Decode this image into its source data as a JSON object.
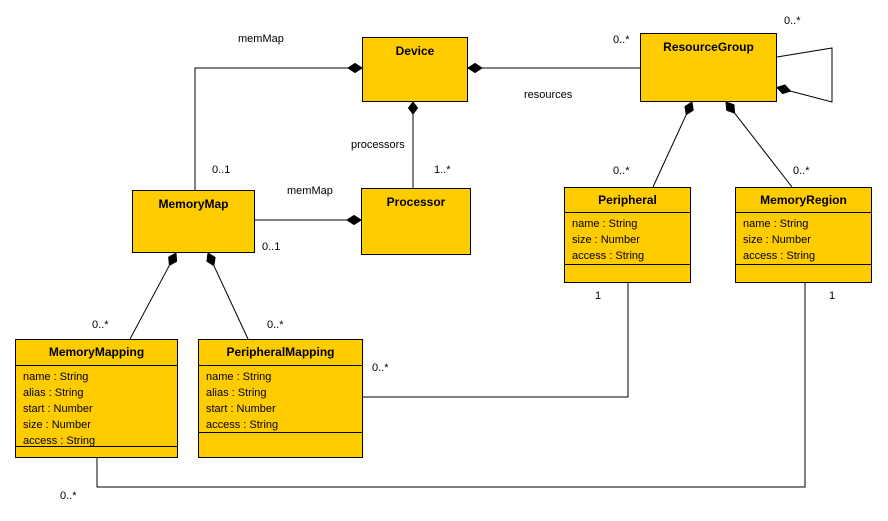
{
  "diagram_type": "uml-class-diagram",
  "colors": {
    "class_fill": "#FFCC00",
    "class_border": "#000000",
    "line": "#000000",
    "background": "#FFFFFF",
    "text": "#000000"
  },
  "classes": [
    {
      "id": "device",
      "name": "Device",
      "attributes": []
    },
    {
      "id": "resource-group",
      "name": "ResourceGroup",
      "attributes": []
    },
    {
      "id": "memory-map",
      "name": "MemoryMap",
      "attributes": []
    },
    {
      "id": "processor",
      "name": "Processor",
      "attributes": []
    },
    {
      "id": "peripheral",
      "name": "Peripheral",
      "attributes": [
        "name : String",
        "size : Number",
        "access : String"
      ]
    },
    {
      "id": "memory-region",
      "name": "MemoryRegion",
      "attributes": [
        "name : String",
        "size : Number",
        "access : String"
      ]
    },
    {
      "id": "memory-mapping",
      "name": "MemoryMapping",
      "attributes": [
        "name : String",
        "alias : String",
        "start : Number",
        "size : Number",
        "access : String"
      ]
    },
    {
      "id": "peripheral-mapping",
      "name": "PeripheralMapping",
      "attributes": [
        "name : String",
        "alias : String",
        "start : Number",
        "access : String"
      ]
    }
  ],
  "associations": [
    {
      "id": "device-memorymap",
      "from": "Device",
      "to": "MemoryMap",
      "type": "composition",
      "name": "memMap",
      "end_multiplicity": "0..1"
    },
    {
      "id": "device-resourcegroup",
      "from": "Device",
      "to": "ResourceGroup",
      "type": "composition",
      "name": "resources",
      "end_multiplicity": "0..*"
    },
    {
      "id": "device-processor",
      "from": "Device",
      "to": "Processor",
      "type": "composition",
      "name": "processors",
      "end_multiplicity": "1..*"
    },
    {
      "id": "processor-memorymap",
      "from": "Processor",
      "to": "MemoryMap",
      "type": "composition",
      "name": "memMap",
      "end_multiplicity": "0..1"
    },
    {
      "id": "resourcegroup-self",
      "from": "ResourceGroup",
      "to": "ResourceGroup",
      "type": "composition",
      "end_multiplicity": "0..*"
    },
    {
      "id": "resourcegroup-peripheral",
      "from": "ResourceGroup",
      "to": "Peripheral",
      "type": "composition",
      "end_multiplicity": "0..*"
    },
    {
      "id": "resourcegroup-memoryregion",
      "from": "ResourceGroup",
      "to": "MemoryRegion",
      "type": "composition",
      "end_multiplicity": "0..*"
    },
    {
      "id": "memorymap-memorymapping",
      "from": "MemoryMap",
      "to": "MemoryMapping",
      "type": "composition",
      "end_multiplicity": "0..*"
    },
    {
      "id": "memorymap-peripheralmapping",
      "from": "MemoryMap",
      "to": "PeripheralMapping",
      "type": "composition",
      "end_multiplicity": "0..*"
    },
    {
      "id": "peripheral-peripheralmapping",
      "from": "Peripheral",
      "to": "PeripheralMapping",
      "type": "association",
      "source_multiplicity": "1",
      "end_multiplicity": "0..*"
    },
    {
      "id": "memoryregion-memorymapping",
      "from": "MemoryRegion",
      "to": "MemoryMapping",
      "type": "association",
      "source_multiplicity": "1",
      "end_multiplicity": "0..*"
    }
  ]
}
